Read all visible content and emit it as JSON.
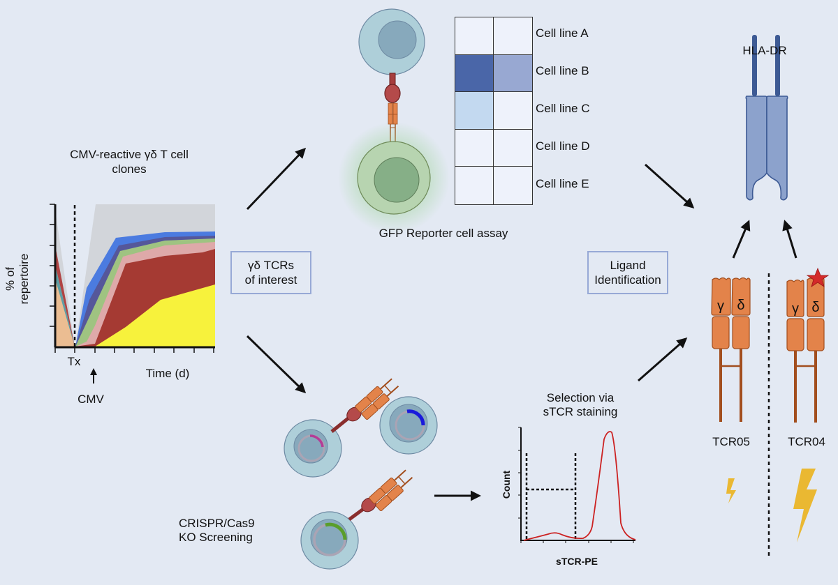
{
  "figure": {
    "repertoire_panel": {
      "title_line1": "CMV-reactive γδ T cell",
      "title_line2": "clones",
      "ylabel_line1": "% of",
      "ylabel_line2": "repertoire",
      "xlabel": "Time (d)",
      "tx_label": "Tx",
      "cmv_label": "CMV"
    },
    "box_tcrs": {
      "line1": "γδ TCRs",
      "line2": "of interest"
    },
    "box_ligand": {
      "line1": "Ligand",
      "line2": "Identification"
    },
    "gfp_panel": {
      "caption": "GFP Reporter cell assay",
      "rows": [
        {
          "label": "Cell line A",
          "cells": [
            "#eef2fb",
            "#eef2fb"
          ]
        },
        {
          "label": "Cell line B",
          "cells": [
            "#4a66a8",
            "#98a8d2"
          ]
        },
        {
          "label": "Cell line C",
          "cells": [
            "#c3d9f0",
            "#eef2fb"
          ]
        },
        {
          "label": "Cell line D",
          "cells": [
            "#eef2fb",
            "#eef2fb"
          ]
        },
        {
          "label": "Cell line E",
          "cells": [
            "#eef2fb",
            "#eef2fb"
          ]
        }
      ]
    },
    "hla_panel": {
      "label": "HLA-DR"
    },
    "crispr_panel": {
      "line1": "CRISPR/Cas9",
      "line2": "KO Screening"
    },
    "selection_panel": {
      "title_line1": "Selection via",
      "title_line2": "sTCR staining",
      "ylabel": "Count",
      "xlabel": "sTCR-PE"
    },
    "tcr_panel": {
      "tcrs": [
        {
          "name": "TCR05",
          "gamma": "γ",
          "delta": "δ",
          "modified": false,
          "activation": "weak"
        },
        {
          "name": "TCR04",
          "gamma": "γ",
          "delta": "δ",
          "modified": true,
          "activation": "strong"
        }
      ]
    },
    "colors": {
      "background": "#e3e9f3",
      "box_border": "#97a9d6",
      "tcr_orange": "#e3834a",
      "tcr_stalk": "#a24e1e",
      "hla_blue": "#8ca2cc",
      "hla_stroke": "#3d5a94",
      "histogram_red": "#cc2222",
      "lightning": "#eab832",
      "star_red": "#d42a2a"
    }
  }
}
